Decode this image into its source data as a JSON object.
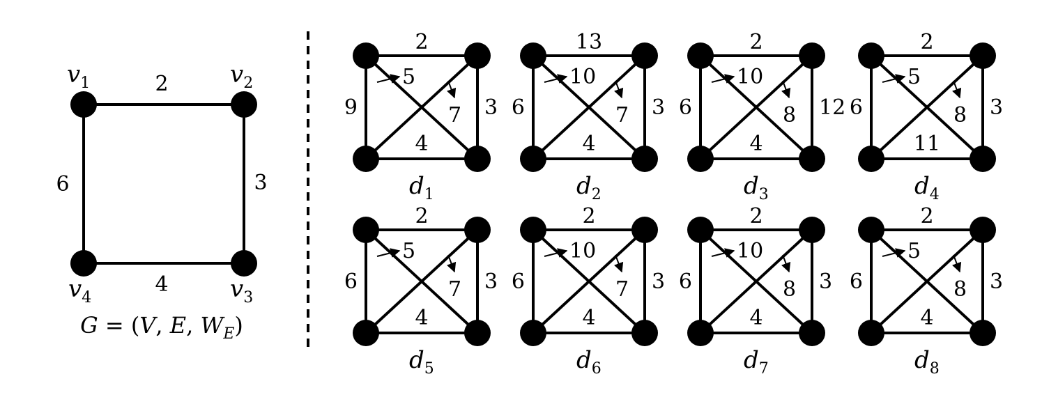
{
  "main_graph": {
    "vertex_labels": [
      {
        "base": "v",
        "sub": "1"
      },
      {
        "base": "v",
        "sub": "2"
      },
      {
        "base": "v",
        "sub": "3"
      },
      {
        "base": "v",
        "sub": "4"
      }
    ],
    "edge_weights": {
      "top": "2",
      "right": "3",
      "bottom": "4",
      "left": "6"
    },
    "caption": {
      "G": "G",
      "eq": " = (",
      "V": "V",
      "c1": ", ",
      "E": "E",
      "c2": ", ",
      "W": "W",
      "Wsub": "E",
      "close": ")"
    }
  },
  "distance_matrices": [
    {
      "label_base": "d",
      "label_sub": "1",
      "top": "2",
      "left": "9",
      "right": "3",
      "bottom": "4",
      "diag_v1v3": "5",
      "diag_v2v4": "7"
    },
    {
      "label_base": "d",
      "label_sub": "2",
      "top": "13",
      "left": "6",
      "right": "3",
      "bottom": "4",
      "diag_v1v3": "10",
      "diag_v2v4": "7"
    },
    {
      "label_base": "d",
      "label_sub": "3",
      "top": "2",
      "left": "6",
      "right": "12",
      "bottom": "4",
      "diag_v1v3": "10",
      "diag_v2v4": "8"
    },
    {
      "label_base": "d",
      "label_sub": "4",
      "top": "2",
      "left": "6",
      "right": "3",
      "bottom": "11",
      "diag_v1v3": "5",
      "diag_v2v4": "8"
    },
    {
      "label_base": "d",
      "label_sub": "5",
      "top": "2",
      "left": "6",
      "right": "3",
      "bottom": "4",
      "diag_v1v3": "5",
      "diag_v2v4": "7"
    },
    {
      "label_base": "d",
      "label_sub": "6",
      "top": "2",
      "left": "6",
      "right": "3",
      "bottom": "4",
      "diag_v1v3": "10",
      "diag_v2v4": "7"
    },
    {
      "label_base": "d",
      "label_sub": "7",
      "top": "2",
      "left": "6",
      "right": "3",
      "bottom": "4",
      "diag_v1v3": "10",
      "diag_v2v4": "8"
    },
    {
      "label_base": "d",
      "label_sub": "8",
      "top": "2",
      "left": "6",
      "right": "3",
      "bottom": "4",
      "diag_v1v3": "5",
      "diag_v2v4": "8"
    }
  ]
}
